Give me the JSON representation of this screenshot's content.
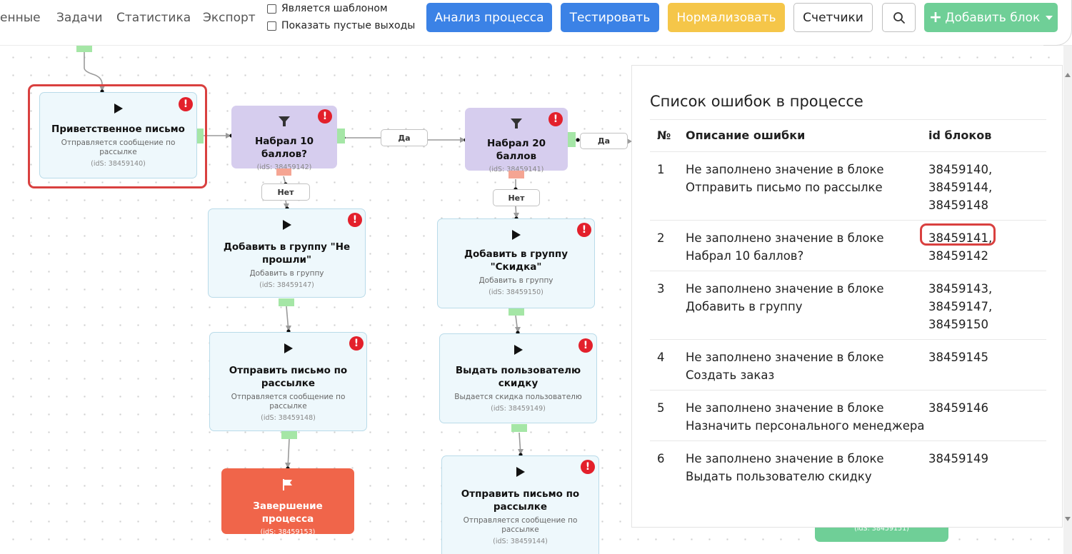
{
  "nav": {
    "tabs": [
      "енные",
      "Задачи",
      "Статистика",
      "Экспорт"
    ]
  },
  "options": {
    "is_template": "Является шаблоном",
    "show_empty_outputs": "Показать пустые выходы"
  },
  "toolbar": {
    "analyze": "Анализ процесса",
    "test": "Тестировать",
    "normalize": "Нормализовать",
    "counters": "Счетчики",
    "search_icon": "search-icon",
    "add_block": "Добавить блок",
    "add_block_icon": "+",
    "colors": {
      "blue": "#3b82e6",
      "yellow": "#f5c649",
      "green": "#6fcf97"
    }
  },
  "nodes": {
    "welcome": {
      "title": "Приветственное письмо",
      "desc": "Отправляется сообщение по рассылке",
      "ids": "(idS: 38459140)"
    },
    "score10": {
      "title": "Набрал 10 баллов?",
      "ids": "(idS: 38459142)"
    },
    "score20": {
      "title": "Набрал 20 баллов",
      "ids": "(idS: 38459141)"
    },
    "group_fail": {
      "title": "Добавить в группу \"Не прошли\"",
      "desc": "Добавить в группу",
      "ids": "(idS: 38459147)"
    },
    "group_discount": {
      "title": "Добавить в группу \"Скидка\"",
      "desc": "Добавить в группу",
      "ids": "(idS: 38459150)"
    },
    "mail1": {
      "title": "Отправить письмо по рассылке",
      "desc": "Отправляется сообщение по рассылке",
      "ids": "(idS: 38459148)"
    },
    "discount": {
      "title": "Выдать пользователю скидку",
      "desc": "Выдается скидка пользователю",
      "ids": "(idS: 38459149)"
    },
    "finish": {
      "title": "Завершение процесса",
      "ids": "(idS: 38459153)"
    },
    "mail2": {
      "title": "Отправить письмо по рассылке",
      "desc": "Отправляется сообщение по рассылке",
      "ids": "(idS: 38459144)"
    },
    "hidden": {
      "ids": "(idS: 38459151)"
    }
  },
  "edges": {
    "yes": "Да",
    "no": "Нет"
  },
  "error_badge": "!",
  "errors_panel": {
    "title": "Список ошибок в процессе",
    "headers": {
      "num": "№",
      "desc": "Описание ошибки",
      "ids": "id блоков"
    },
    "rows": [
      {
        "num": "1",
        "line1": "Не заполнено значение в блоке",
        "line2": "Отправить письмо по рассылке",
        "ids": [
          "38459140,",
          "38459144,",
          "38459148"
        ]
      },
      {
        "num": "2",
        "line1": "Не заполнено значение в блоке",
        "line2": "Набрал 10 баллов?",
        "ids": [
          "38459141,",
          "38459142"
        ]
      },
      {
        "num": "3",
        "line1": "Не заполнено значение в блоке",
        "line2": "Добавить в группу",
        "ids": [
          "38459143,",
          "38459147,",
          "38459150"
        ]
      },
      {
        "num": "4",
        "line1": "Не заполнено значение в блоке",
        "line2": "Создать заказ",
        "ids": [
          "38459145"
        ]
      },
      {
        "num": "5",
        "line1": "Не заполнено значение в блоке",
        "line2": "Назначить персонального менеджера",
        "ids": [
          "38459146"
        ]
      },
      {
        "num": "6",
        "line1": "Не заполнено значение в блоке",
        "line2": "Выдать пользователю скидку",
        "ids": [
          "38459149"
        ]
      }
    ]
  }
}
